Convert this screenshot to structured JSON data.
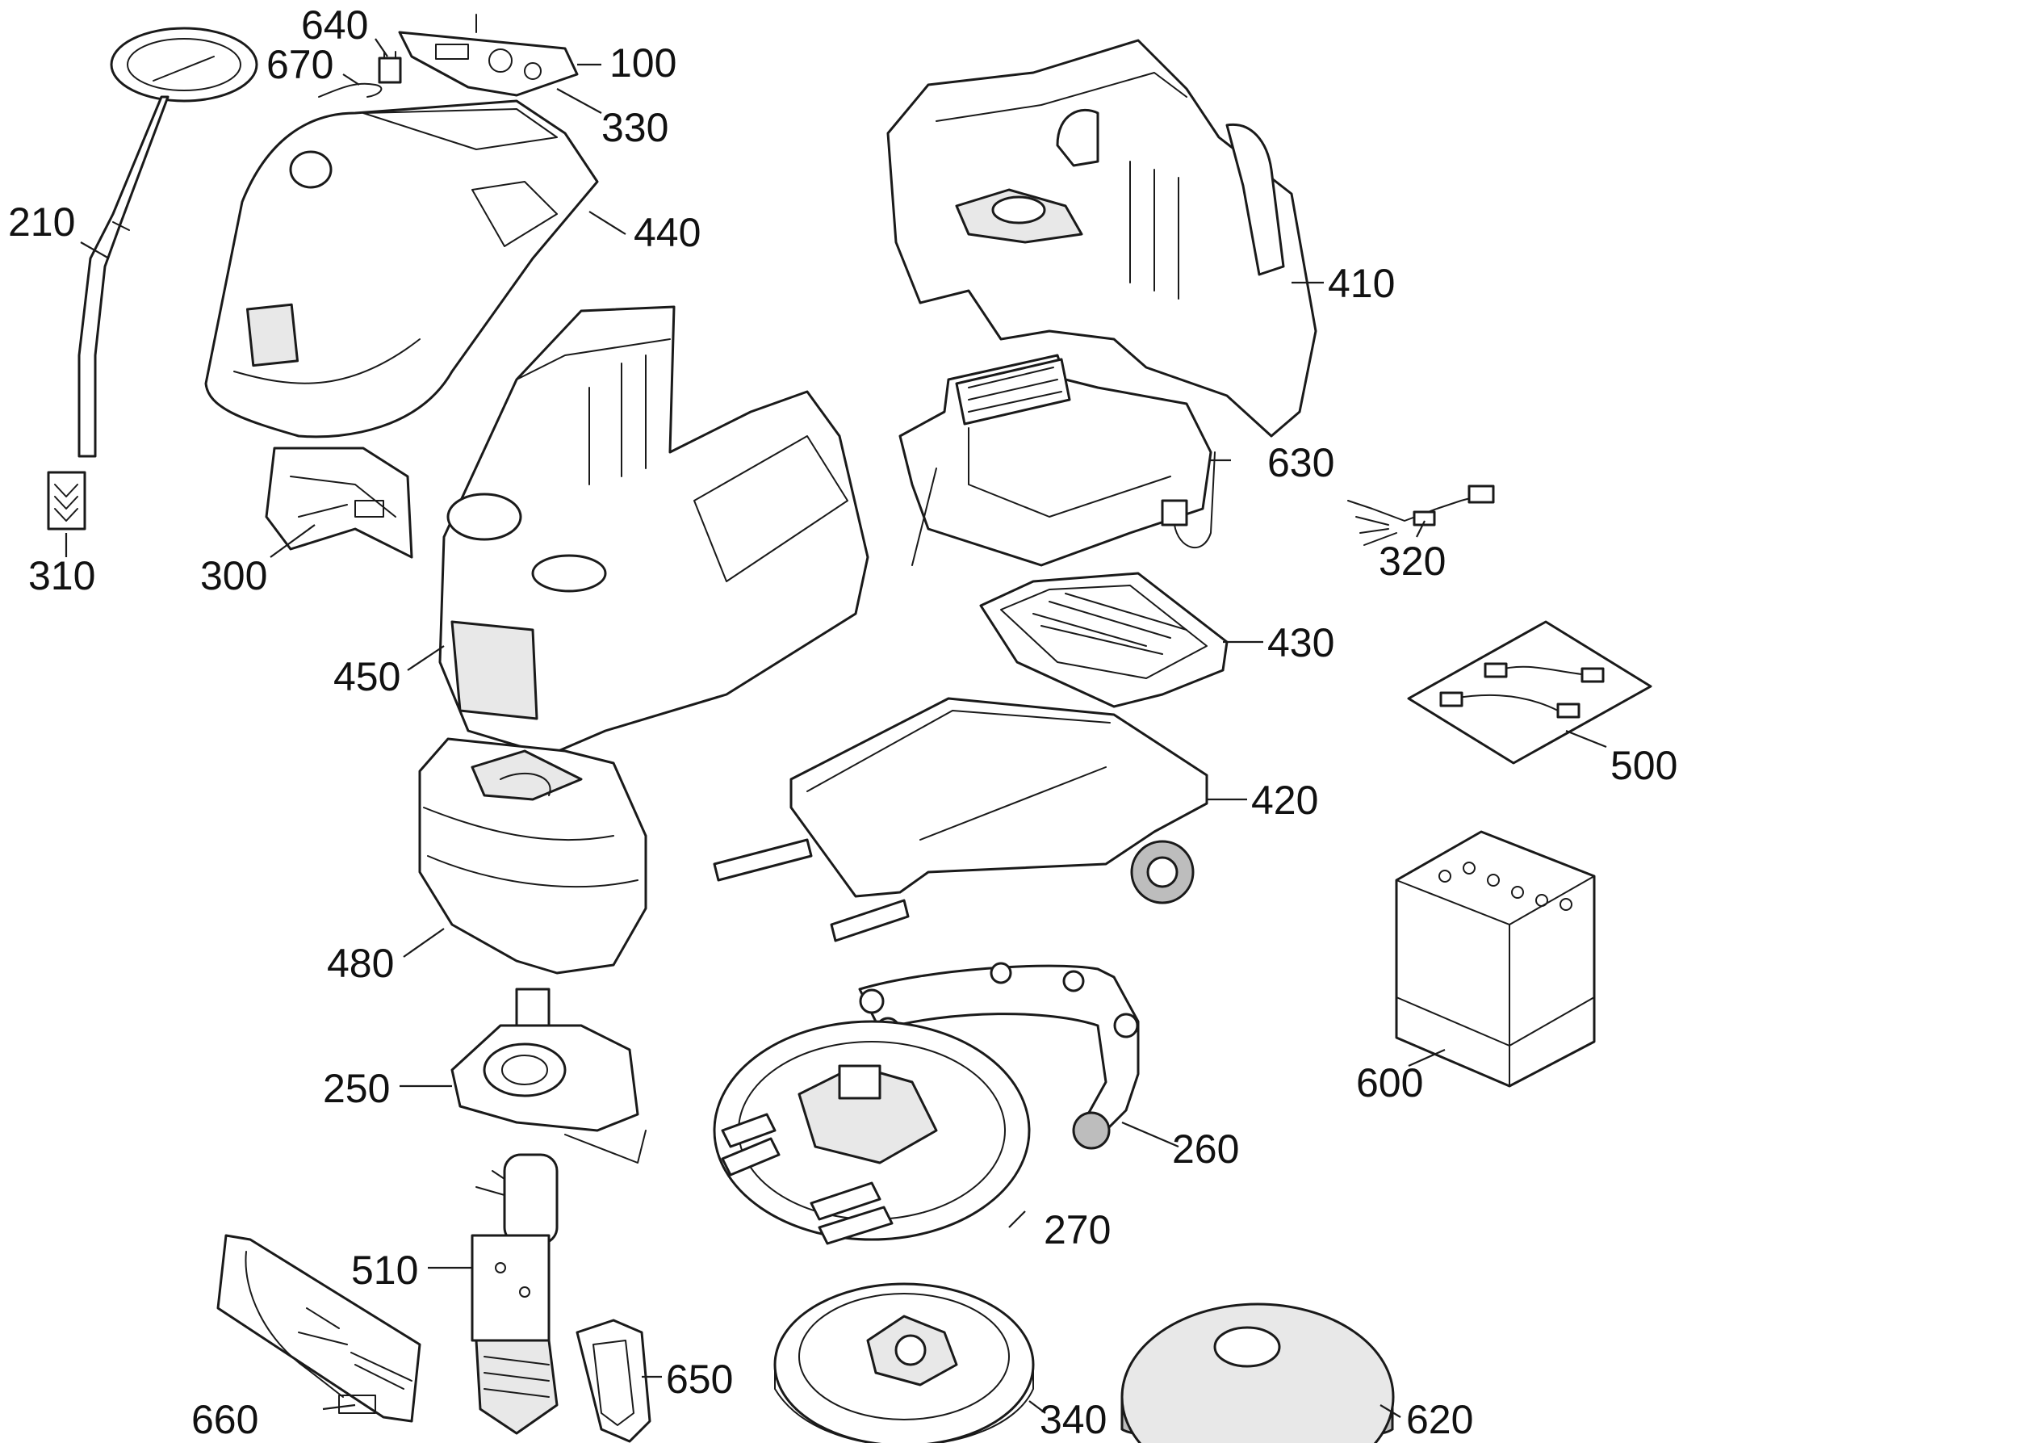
{
  "callouts": {
    "c100": "100",
    "c210": "210",
    "c250": "250",
    "c260": "260",
    "c270": "270",
    "c300": "300",
    "c310": "310",
    "c320": "320",
    "c330": "330",
    "c340": "340",
    "c410": "410",
    "c420": "420",
    "c430": "430",
    "c440": "440",
    "c450": "450",
    "c480": "480",
    "c500": "500",
    "c510": "510",
    "c600": "600",
    "c620": "620",
    "c630": "630",
    "c640": "640",
    "c650": "650",
    "c660": "660",
    "c670": "670"
  }
}
